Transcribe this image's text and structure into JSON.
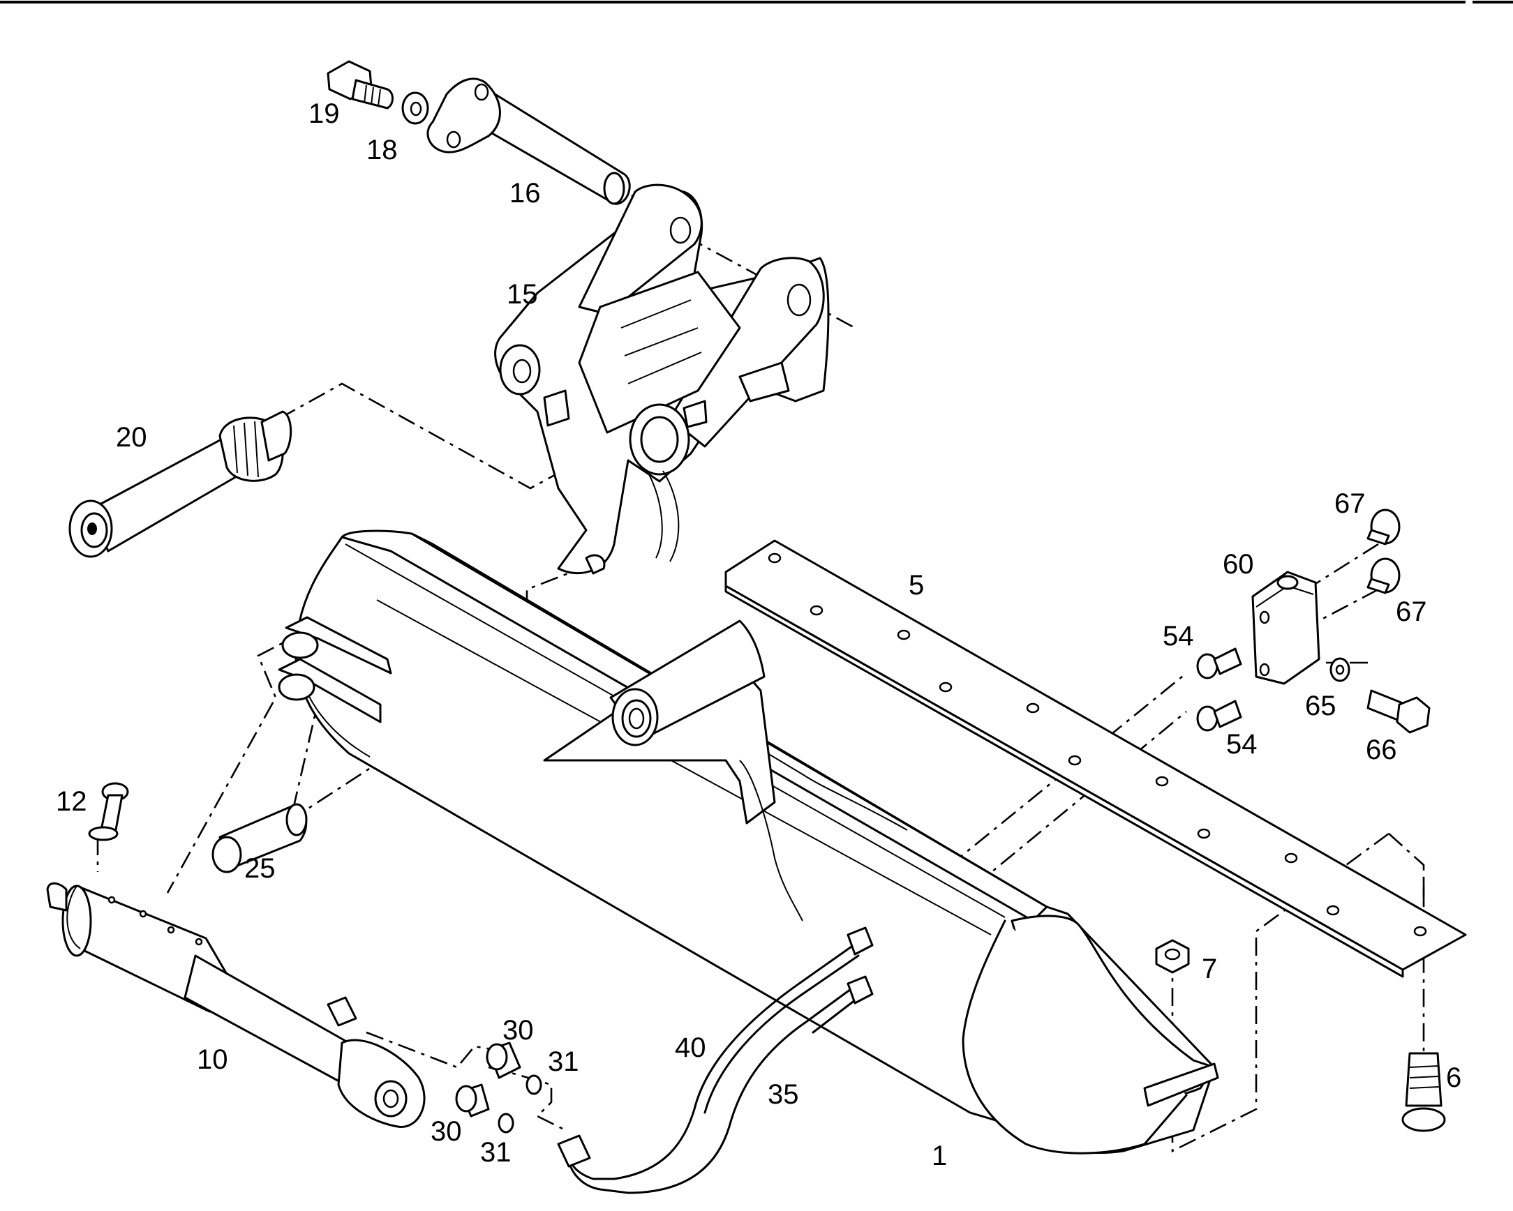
{
  "diagram": {
    "callouts": [
      {
        "id": "1",
        "text": "1"
      },
      {
        "id": "5",
        "text": "5"
      },
      {
        "id": "6",
        "text": "6"
      },
      {
        "id": "7",
        "text": "7"
      },
      {
        "id": "10",
        "text": "10"
      },
      {
        "id": "12",
        "text": "12"
      },
      {
        "id": "15",
        "text": "15"
      },
      {
        "id": "16",
        "text": "16"
      },
      {
        "id": "18",
        "text": "18"
      },
      {
        "id": "19",
        "text": "19"
      },
      {
        "id": "20",
        "text": "20"
      },
      {
        "id": "25",
        "text": "25"
      },
      {
        "id": "30a",
        "text": "30"
      },
      {
        "id": "30b",
        "text": "30"
      },
      {
        "id": "31a",
        "text": "31"
      },
      {
        "id": "31b",
        "text": "31"
      },
      {
        "id": "35",
        "text": "35"
      },
      {
        "id": "40",
        "text": "40"
      },
      {
        "id": "54a",
        "text": "54"
      },
      {
        "id": "54b",
        "text": "54"
      },
      {
        "id": "60",
        "text": "60"
      },
      {
        "id": "65",
        "text": "65"
      },
      {
        "id": "66",
        "text": "66"
      },
      {
        "id": "67a",
        "text": "67"
      },
      {
        "id": "67b",
        "text": "67"
      }
    ]
  }
}
